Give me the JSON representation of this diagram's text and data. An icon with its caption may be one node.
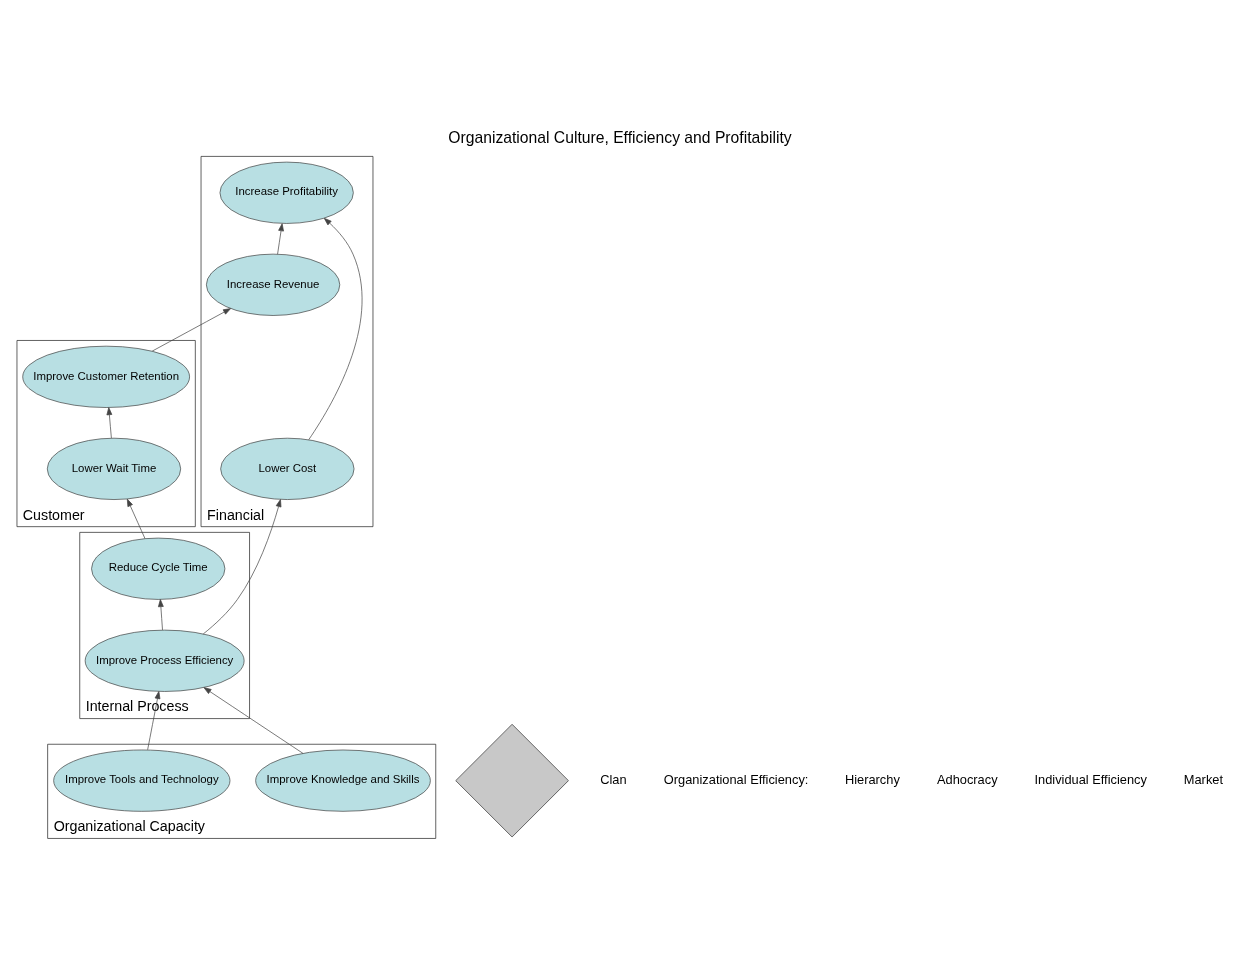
{
  "diagram": {
    "title": "Organizational Culture, Efficiency and Profitability",
    "nodes": [
      {
        "text": [
          "Financial"
        ]
      },
      {
        "text": [
          "Lower Cost"
        ],
        "in": 0
      },
      {
        "text": [
          "Increase Profitability"
        ],
        "in": 0
      },
      {
        "text": [
          "Increase Revenue"
        ],
        "in": 0
      },
      {
        "text": [
          "Customer"
        ]
      },
      {
        "text": [
          "Lower Wait Time"
        ],
        "in": 4
      },
      {
        "text": [
          "Improve Customer Retention"
        ],
        "in": 4
      },
      {
        "text": [
          "Internal Process"
        ]
      },
      {
        "text": [
          "Improve Process Efficiency"
        ],
        "in": 7
      },
      {
        "text": [
          "Reduce Cycle Time"
        ],
        "in": 7
      },
      {
        "text": [
          "Organizational Capacity"
        ]
      },
      {
        "text": [
          "Improve Knowledge and Skills"
        ],
        "in": 10
      },
      {
        "text": [
          "Improve Tools and Technology"
        ],
        "in": 10
      },
      {
        "text": [],
        "shape": "diamond"
      }
    ],
    "edges": [
      {
        "from": 1,
        "to": 2,
        "arrow": "to"
      },
      {
        "from": 3,
        "to": 2,
        "arrow": "to"
      },
      {
        "from": 6,
        "to": 3,
        "arrow": "to"
      },
      {
        "from": 5,
        "to": 6,
        "arrow": "to"
      },
      {
        "from": 9,
        "to": 5,
        "arrow": "to"
      },
      {
        "from": 8,
        "to": 1,
        "arrow": "to"
      },
      {
        "from": 8,
        "to": 9,
        "arrow": "to"
      },
      {
        "from": 11,
        "to": 8,
        "arrow": "to"
      },
      {
        "from": 12,
        "to": 8,
        "arrow": "to"
      }
    ],
    "labels": [
      "Clan",
      "Organizational Efficiency:",
      "Hierarchy",
      "Adhocracy",
      "Individual Efficiency",
      "Market"
    ]
  }
}
